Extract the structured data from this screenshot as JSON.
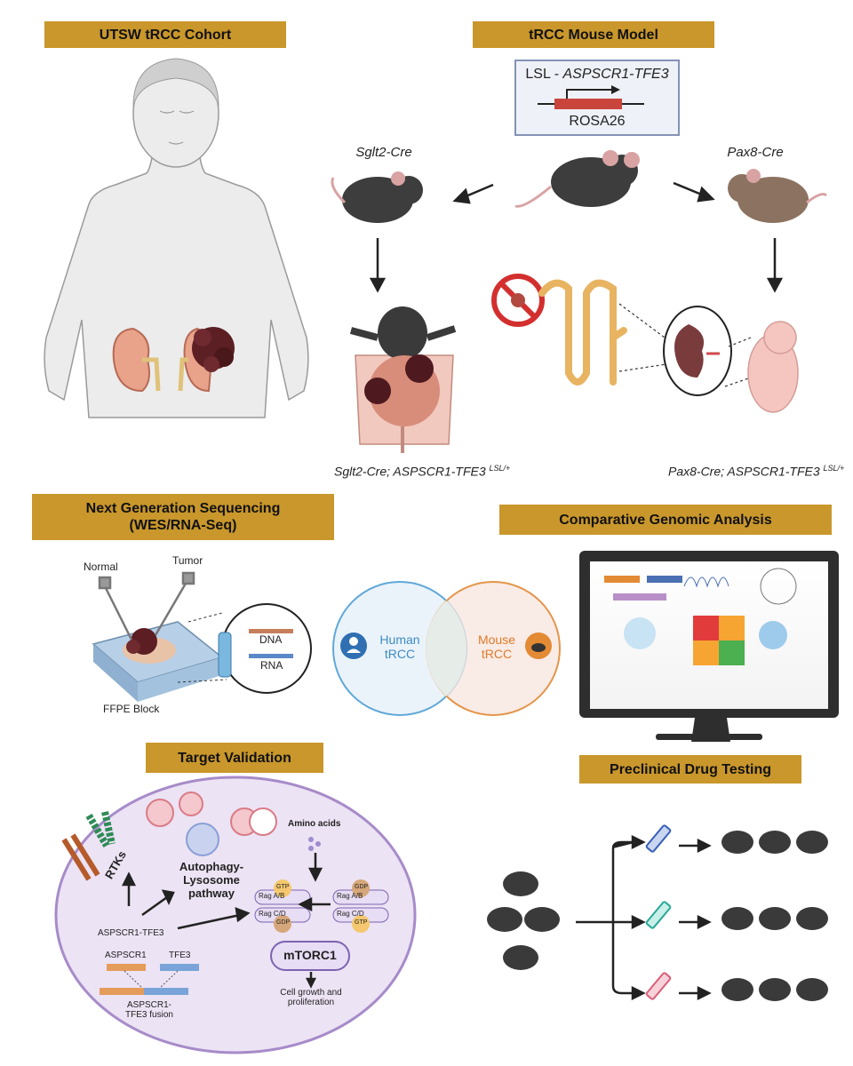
{
  "panels": {
    "cohort_title": "UTSW tRCC Cohort",
    "mouse_title": "tRCC Mouse Model",
    "ngs_title_line1": "Next Generation Sequencing",
    "ngs_title_line2": "(WES/RNA-Seq)",
    "comparative_title": "Comparative Genomic Analysis",
    "target_title": "Target Validation",
    "drug_title": "Preclinical Drug Testing"
  },
  "mouse_model": {
    "construct_prefix": "LSL - ",
    "construct_gene": "ASPSCR1-TFE3",
    "construct_locus": "ROSA26",
    "left_cre": "Sglt2-Cre",
    "right_cre": "Pax8-Cre",
    "left_genotype": "Sglt2-Cre; ASPSCR1-TFE3",
    "right_genotype": "Pax8-Cre; ASPSCR1-TFE3",
    "genotype_superscript": "LSL/+"
  },
  "ngs": {
    "normal_label": "Normal",
    "tumor_label": "Tumor",
    "block_label": "FFPE Block",
    "dna_label": "DNA",
    "rna_label": "RNA"
  },
  "venn": {
    "human_line1": "Human",
    "human_line2": "tRCC",
    "mouse_line1": "Mouse",
    "mouse_line2": "tRCC"
  },
  "target": {
    "rtks": "RTKs",
    "amino_acids": "Amino acids",
    "autophagy_line1": "Autophagy-",
    "autophagy_line2": "Lysosome",
    "autophagy_line3": "pathway",
    "gene_label": "ASPSCR1-TFE3",
    "aspscr1": "ASPSCR1",
    "tfe3": "TFE3",
    "fusion_line1": "ASPSCR1-",
    "fusion_line2": "TFE3 fusion",
    "rag_ab": "Rag A/B",
    "rag_cd": "Rag C/D",
    "gtp": "GTP",
    "gdp": "GDP",
    "mtorc1": "mTORC1",
    "outcome_line1": "Cell growth and",
    "outcome_line2": "proliferation"
  },
  "colors": {
    "banner": "#c9972b",
    "human_circle": "#5fa8d8",
    "mouse_circle": "#e3954a",
    "cell_membrane": "#a78bc9",
    "syringe_blue": "#3a5fb8",
    "syringe_teal": "#2aa89a",
    "syringe_pink": "#d9607a"
  }
}
